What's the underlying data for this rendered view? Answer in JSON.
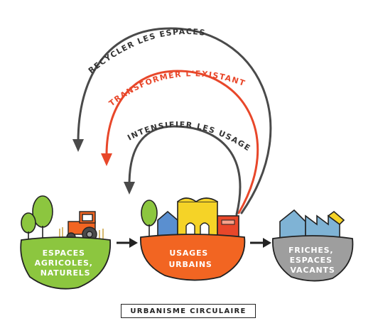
{
  "labels": {
    "recycle": "RECYCLER LES ESPACES",
    "transform": "TRANSFORMER L'EXISTANT",
    "intensify": "INTENSIFIER LES USAGES"
  },
  "nodes": {
    "agri": {
      "lines": [
        "ESPACES",
        "AGRICOLES,",
        "NATURELS"
      ]
    },
    "urban": {
      "lines": [
        "USAGES",
        "URBAINS"
      ]
    },
    "friches": {
      "lines": [
        "FRICHES,",
        "ESPACES",
        "VACANTS"
      ]
    }
  },
  "caption": "URBANISME CIRCULAIRE",
  "colors": {
    "dark_arrow": "#4a4a4a",
    "red_arrow": "#e8472a",
    "agri_ground": "#8cc63f",
    "urban_ground": "#f26522",
    "friches_ground": "#9e9e9e"
  }
}
